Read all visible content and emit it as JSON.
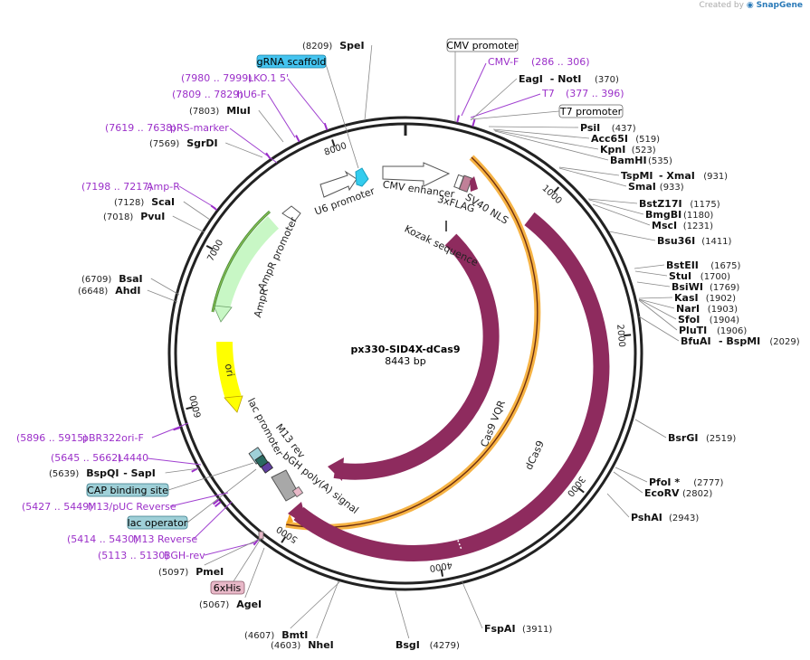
{
  "brand": {
    "created_by": "Created by",
    "name": "SnapGene"
  },
  "plasmid": {
    "name": "px330-SID4X-dCas9",
    "length": "8443 bp"
  },
  "ticks": [
    "1000",
    "2000",
    "3000",
    "4000",
    "5000",
    "6000",
    "7000",
    "8000"
  ],
  "features": {
    "cmv_enhancer": "CMV enhancer",
    "u6_promoter": "U6 promoter",
    "flag": "3xFLAG",
    "sv40_nls": "SV40 NLS",
    "kozak": "Kozak sequence",
    "ampr_promoter": "AmpR promoter",
    "ampr": "AmpR",
    "ori": "ori",
    "cas9_vqr": "Cas9 VQR",
    "dcas9": "dCas9",
    "lac_promoter": "lac promoter",
    "m13_rev": "M13 rev",
    "bgh": "bGH poly(A) signal"
  },
  "boxed_labels": {
    "cmv_promoter": "CMV promoter",
    "t7_promoter": "T7 promoter",
    "grna_scaffold": "gRNA scaffold",
    "cap_site": "CAP binding site",
    "lac_operator": "lac operator",
    "sixhis": "6xHis"
  },
  "right_sites": [
    {
      "name": "EagI",
      "extra": "- NotI",
      "pos": "(370)"
    },
    {
      "name": "PsiI",
      "extra": "",
      "pos": "(437)"
    },
    {
      "name": "Acc65I",
      "extra": "",
      "pos": "(519)"
    },
    {
      "name": "KpnI",
      "extra": "",
      "pos": "(523)"
    },
    {
      "name": "BamHI",
      "extra": "",
      "pos": "(535)"
    },
    {
      "name": "TspMI",
      "extra": "- XmaI",
      "pos": "(931)"
    },
    {
      "name": "SmaI",
      "extra": "",
      "pos": "(933)"
    },
    {
      "name": "BstZ17I",
      "extra": "",
      "pos": "(1175)"
    },
    {
      "name": "BmgBI",
      "extra": "",
      "pos": "(1180)"
    },
    {
      "name": "MscI",
      "extra": "",
      "pos": "(1231)"
    },
    {
      "name": "Bsu36I",
      "extra": "",
      "pos": "(1411)"
    },
    {
      "name": "BstEII",
      "extra": "",
      "pos": "(1675)"
    },
    {
      "name": "StuI",
      "extra": "",
      "pos": "(1700)"
    },
    {
      "name": "BsiWI",
      "extra": "",
      "pos": "(1769)"
    },
    {
      "name": "KasI",
      "extra": "",
      "pos": "(1902)"
    },
    {
      "name": "NarI",
      "extra": "",
      "pos": "(1903)"
    },
    {
      "name": "SfoI",
      "extra": "",
      "pos": "(1904)"
    },
    {
      "name": "PluTI",
      "extra": "",
      "pos": "(1906)"
    },
    {
      "name": "BfuAI",
      "extra": "- BspMI",
      "pos": "(2029)"
    },
    {
      "name": "BsrGI",
      "extra": "",
      "pos": "(2519)"
    },
    {
      "name": "PfoI *",
      "extra": "",
      "pos": "(2777)"
    },
    {
      "name": "EcoRV",
      "extra": "",
      "pos": "(2802)"
    },
    {
      "name": "PshAI",
      "extra": "",
      "pos": "(2943)"
    },
    {
      "name": "FspAI",
      "extra": "",
      "pos": "(3911)"
    }
  ],
  "bottom_sites": [
    {
      "name": "BsgI",
      "pos": "(4279)"
    },
    {
      "name": "BmtI",
      "pos": "(4607)"
    },
    {
      "name": "NheI",
      "pos": "(4603)"
    },
    {
      "name": "AgeI",
      "pos": "(5067)"
    },
    {
      "name": "PmeI",
      "pos": "(5097)"
    }
  ],
  "left_sites": [
    {
      "name": "SpeI",
      "pos": "(8209)"
    },
    {
      "name": "MluI",
      "pos": "(7803)"
    },
    {
      "name": "SgrDI",
      "pos": "(7569)"
    },
    {
      "name": "ScaI",
      "pos": "(7128)"
    },
    {
      "name": "PvuI",
      "pos": "(7018)"
    },
    {
      "name": "BsaI",
      "pos": "(6709)"
    },
    {
      "name": "AhdI",
      "pos": "(6648)"
    },
    {
      "name": "BspQI",
      "extra": "- SapI",
      "pos": "(5639)"
    }
  ],
  "primers": [
    {
      "name": "CMV-F",
      "range": "(286 .. 306)"
    },
    {
      "name": "T7",
      "range": "(377 .. 396)"
    },
    {
      "name": "LKO.1 5'",
      "range": "(7980 .. 7999)"
    },
    {
      "name": "hU6-F",
      "range": "(7809 .. 7829)"
    },
    {
      "name": "pRS-marker",
      "range": "(7619 .. 7638)"
    },
    {
      "name": "Amp-R",
      "range": "(7198 .. 7217)"
    },
    {
      "name": "pBR322ori-F",
      "range": "(5896 .. 5915)"
    },
    {
      "name": "L4440",
      "range": "(5645 .. 5662)"
    },
    {
      "name": "M13/pUC Reverse",
      "range": "(5427 .. 5449)"
    },
    {
      "name": "M13 Reverse",
      "range": "(5414 .. 5430)"
    },
    {
      "name": "BGH-rev",
      "range": "(5113 .. 5130)"
    }
  ],
  "colors": {
    "cas9": "#8e2b5e",
    "orange": "#f5a623",
    "ampr": "#c8f7c5",
    "ori": "#ffff00",
    "u6": "#33ccee",
    "grna": "#44c4f0",
    "cap": "#9fd0d8",
    "his": "#e8b8c8",
    "primer": "#9b30c9"
  }
}
